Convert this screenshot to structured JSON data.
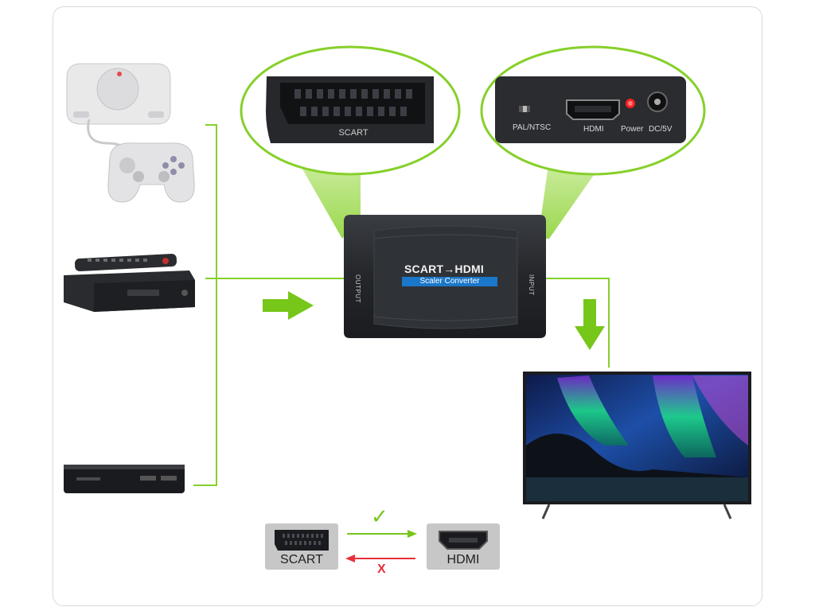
{
  "converter": {
    "brand_label": "SCART→HDMI",
    "sub_label": "Scaler Converter",
    "output_side_label": "OUTPUT",
    "input_side_label": "INPUT"
  },
  "scart_zoom": {
    "label": "SCART"
  },
  "panel_zoom": {
    "pal_ntsc": "PAL/NTSC",
    "hdmi": "HDMI",
    "power": "Power",
    "dc": "DC/5V"
  },
  "legend": {
    "scart_label": "SCART",
    "hdmi_label": "HDMI",
    "check_mark": "✓",
    "cross_mark": "X"
  },
  "colors": {
    "accent_green": "#77c61a",
    "wire_green": "#86d02a",
    "cross_red": "#e8303a",
    "device_dark": "#2a2c30"
  },
  "icons": [
    "game-console-icon",
    "gamepad-icon",
    "set-top-box-icon",
    "remote-control-icon",
    "bluray-player-icon",
    "television-icon",
    "green-arrow-right-icon",
    "green-arrow-down-icon"
  ]
}
